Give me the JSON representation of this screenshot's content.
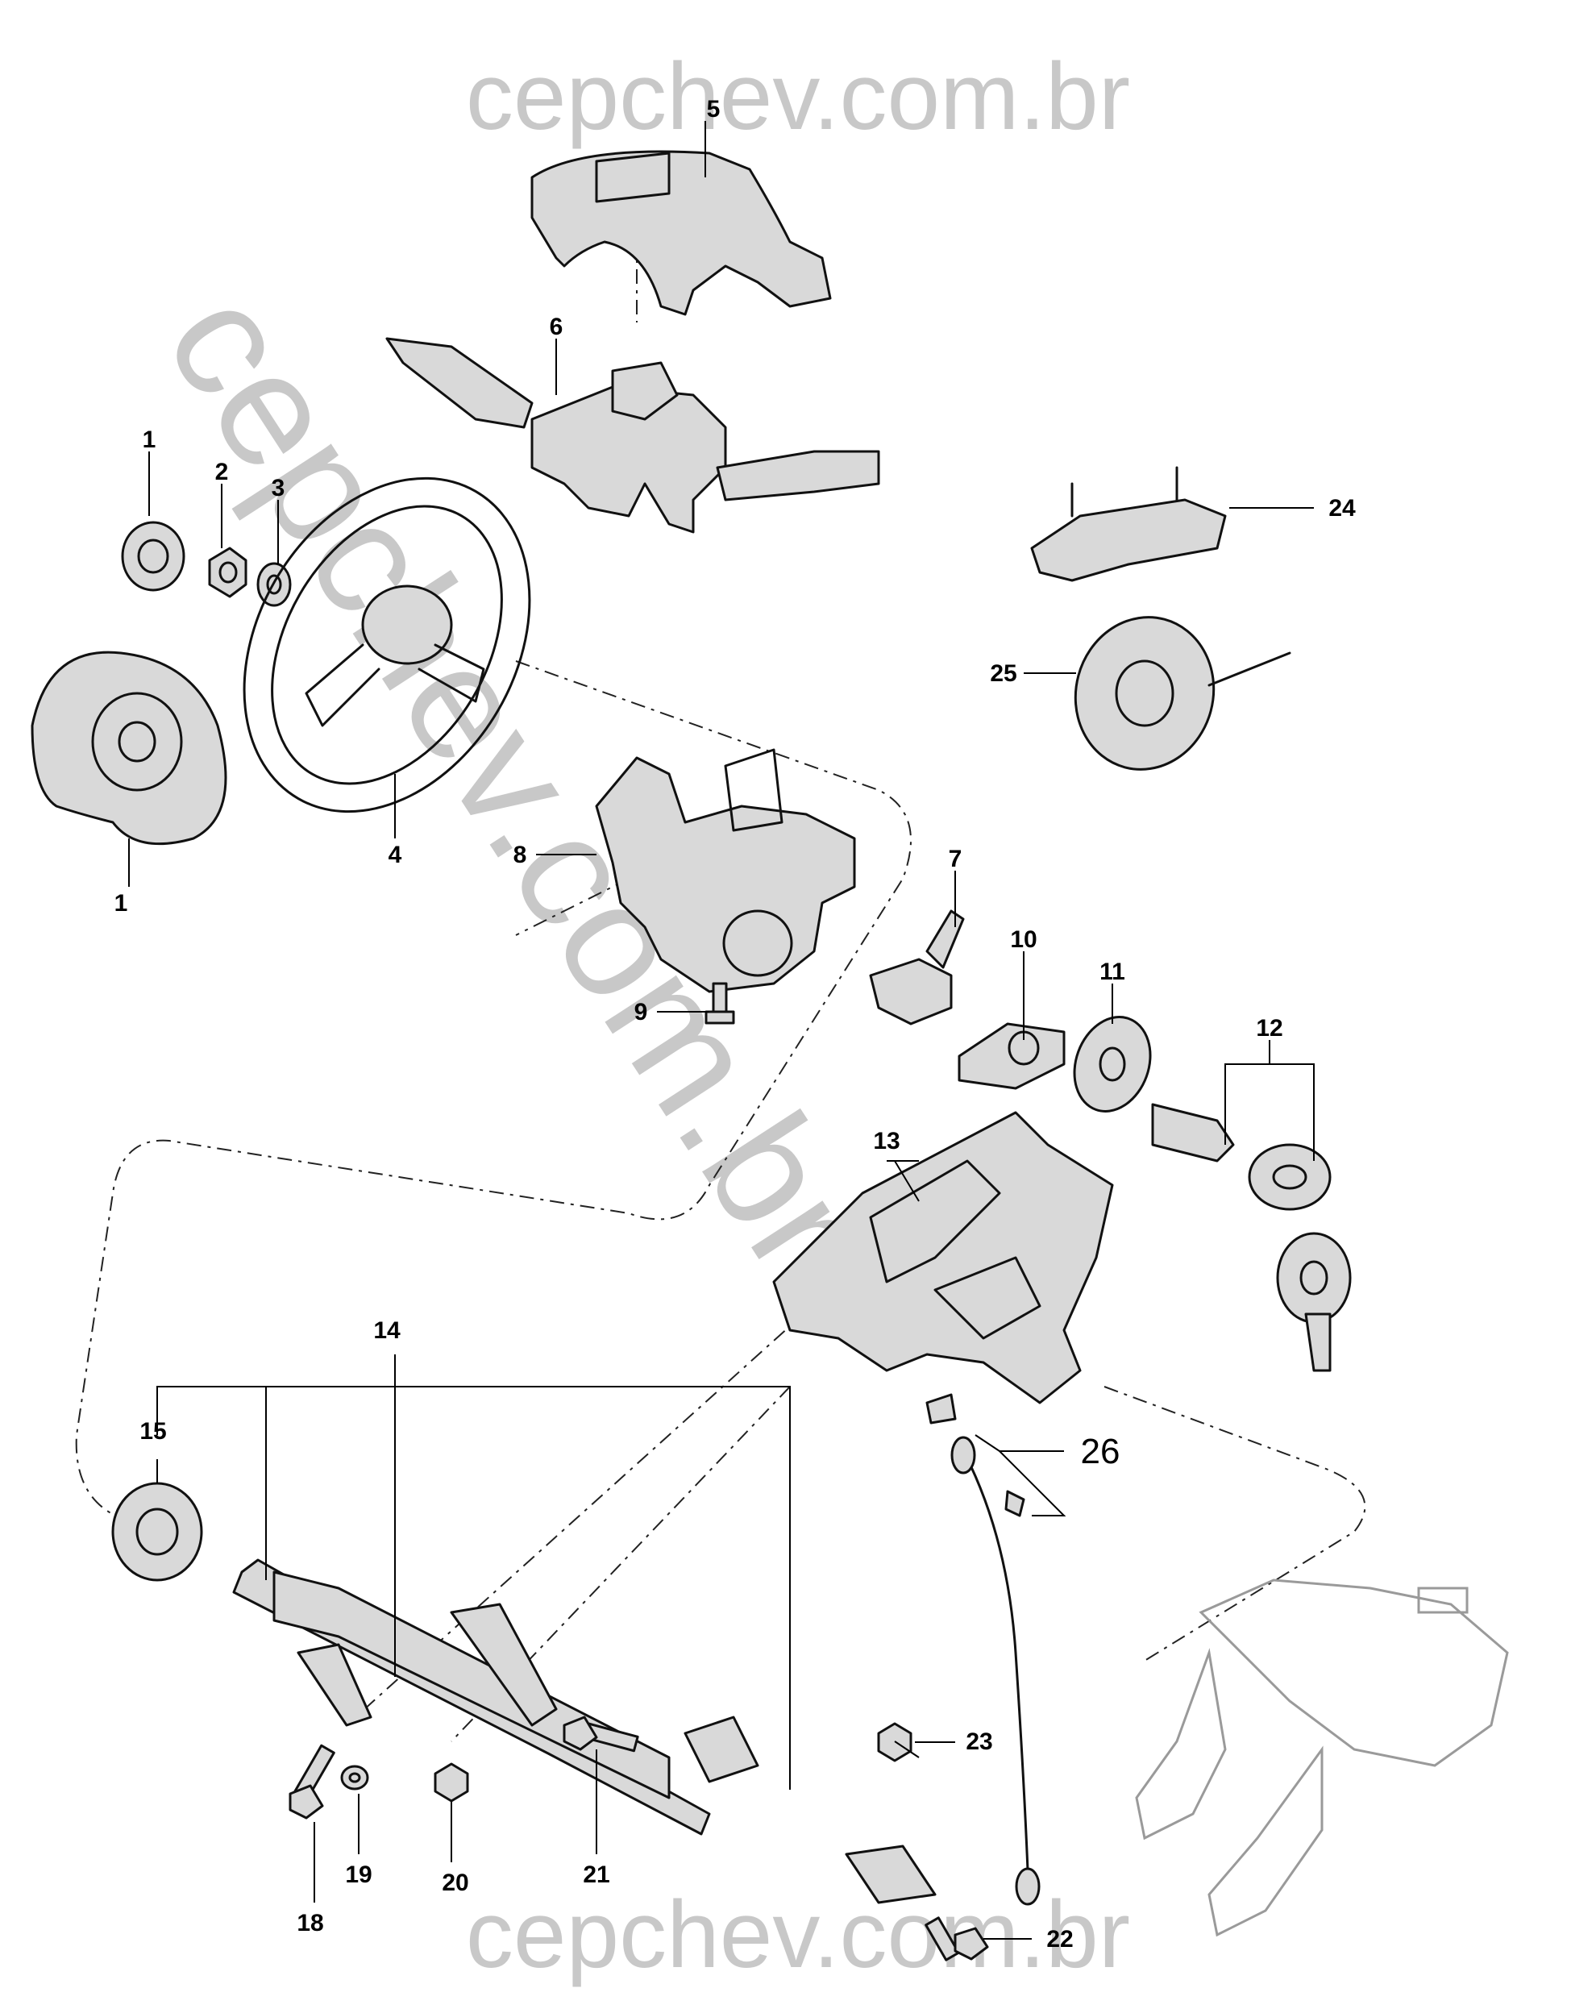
{
  "watermark": {
    "top": "cepchev.com.br",
    "bottom": "cepchev.com.br",
    "diagonal": "cepchev.com.br"
  },
  "callouts": [
    {
      "id": "c1a",
      "text": "1"
    },
    {
      "id": "c1b",
      "text": "1"
    },
    {
      "id": "c2",
      "text": "2"
    },
    {
      "id": "c3",
      "text": "3"
    },
    {
      "id": "c4",
      "text": "4"
    },
    {
      "id": "c5",
      "text": "5"
    },
    {
      "id": "c6",
      "text": "6"
    },
    {
      "id": "c7",
      "text": "7"
    },
    {
      "id": "c8",
      "text": "8"
    },
    {
      "id": "c9",
      "text": "9"
    },
    {
      "id": "c10",
      "text": "10"
    },
    {
      "id": "c11",
      "text": "11"
    },
    {
      "id": "c12",
      "text": "12"
    },
    {
      "id": "c13",
      "text": "13"
    },
    {
      "id": "c14",
      "text": "14"
    },
    {
      "id": "c15",
      "text": "15"
    },
    {
      "id": "c18",
      "text": "18"
    },
    {
      "id": "c19",
      "text": "19"
    },
    {
      "id": "c20",
      "text": "20"
    },
    {
      "id": "c21",
      "text": "21"
    },
    {
      "id": "c22",
      "text": "22"
    },
    {
      "id": "c23",
      "text": "23"
    },
    {
      "id": "c24",
      "text": "24"
    },
    {
      "id": "c25",
      "text": "25"
    },
    {
      "id": "c26",
      "text": "26"
    }
  ]
}
